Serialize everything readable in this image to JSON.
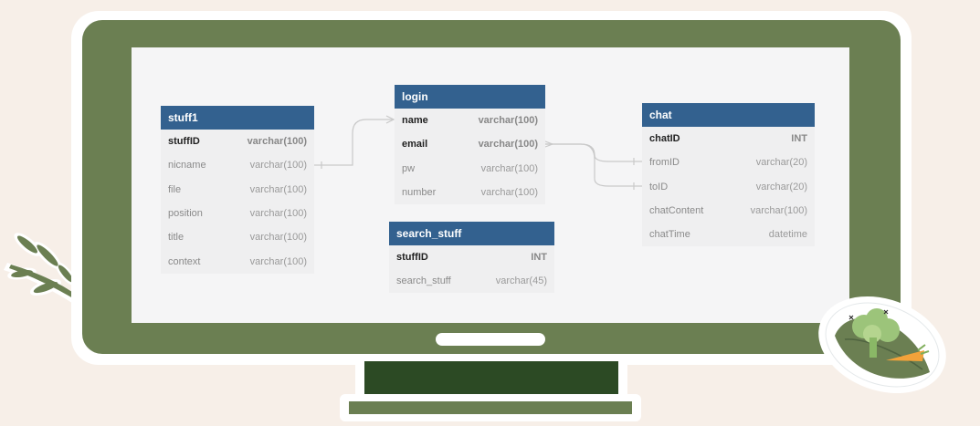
{
  "tables": [
    {
      "name": "stuff1",
      "fields": [
        {
          "name": "stuffID",
          "type": "varchar(100)",
          "pk": true
        },
        {
          "name": "nicname",
          "type": "varchar(100)"
        },
        {
          "name": "file",
          "type": "varchar(100)"
        },
        {
          "name": "position",
          "type": "varchar(100)"
        },
        {
          "name": "title",
          "type": "varchar(100)"
        },
        {
          "name": "context",
          "type": "varchar(100)"
        }
      ]
    },
    {
      "name": "login",
      "fields": [
        {
          "name": "name",
          "type": "varchar(100)",
          "pk": true
        },
        {
          "name": "email",
          "type": "varchar(100)",
          "pk": true
        },
        {
          "name": "pw",
          "type": "varchar(100)"
        },
        {
          "name": "number",
          "type": "varchar(100)"
        }
      ]
    },
    {
      "name": "search_stuff",
      "fields": [
        {
          "name": "stuffID",
          "type": "INT",
          "pk": true
        },
        {
          "name": "search_stuff",
          "type": "varchar(45)"
        }
      ]
    },
    {
      "name": "chat",
      "fields": [
        {
          "name": "chatID",
          "type": "INT",
          "pk": true
        },
        {
          "name": "fromID",
          "type": "varchar(20)"
        },
        {
          "name": "toID",
          "type": "varchar(20)"
        },
        {
          "name": "chatContent",
          "type": "varchar(100)"
        },
        {
          "name": "chatTime",
          "type": "datetime"
        }
      ]
    }
  ],
  "colors": {
    "header": "#33618f",
    "frame": "#6b7f52",
    "stand": "#2c4a24"
  }
}
